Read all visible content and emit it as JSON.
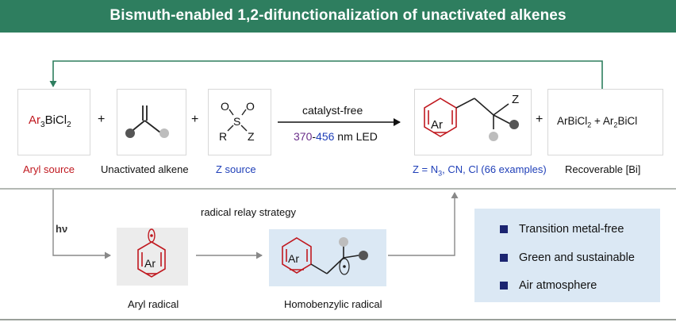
{
  "title": "Bismuth-enabled 1,2-difunctionalization of unactivated alkenes",
  "reagents": {
    "aryl_source_formula": {
      "pre": "Ar",
      "sub1": "3",
      "mid": "BiCl",
      "sub2": "2"
    },
    "aryl_source_label": "Aryl source",
    "alkene_label": "Unactivated alkene",
    "z_source_label": "Z source",
    "z_source_atoms": {
      "o1": "O",
      "o2": "O",
      "s": "S",
      "r": "R",
      "z": "Z"
    }
  },
  "conditions": {
    "top": "catalyst-free",
    "wl_start": "370",
    "wl_dash": "-",
    "wl_end": "456",
    "wl_unit": " nm LED"
  },
  "product": {
    "ring_label": "Ar",
    "z_atom": "Z",
    "caption": {
      "pre": "Z = N",
      "sub": "3",
      "post": ", CN, Cl (66 examples)"
    }
  },
  "byproduct": {
    "formula": {
      "a": "ArBiCl",
      "sub1": "2",
      "b": " + Ar",
      "sub2": "2",
      "c": "BiCl"
    },
    "label": "Recoverable [Bi]"
  },
  "symbols": {
    "plus": "+",
    "hv": "hν"
  },
  "mechanism": {
    "strategy": "radical relay strategy",
    "aryl_radical_label": "Aryl radical",
    "aryl_radical_ring": "Ar",
    "homobenzylic_label": "Homobenzylic radical",
    "homobenzylic_ring": "Ar"
  },
  "features": [
    "Transition metal-free",
    "Green and sustainable",
    "Air atmosphere"
  ],
  "colors": {
    "banner": "#2e7e5f",
    "red": "#c0181f",
    "blue": "#1f3fb8",
    "purple": "#6b2f8a",
    "bullet": "#1b2470"
  }
}
